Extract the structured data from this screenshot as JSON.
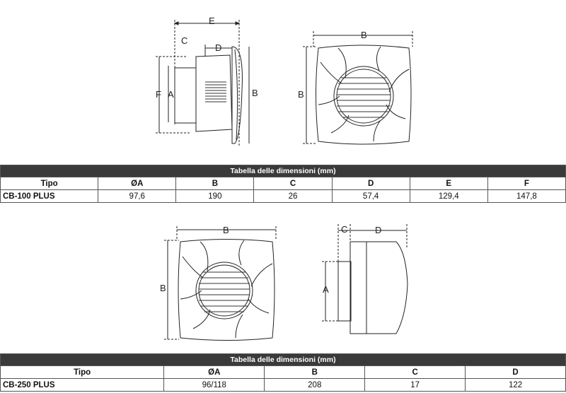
{
  "drawing1": {
    "labels": {
      "c": "C",
      "e": "E",
      "d": "D",
      "f": "F",
      "a": "A",
      "b_side": "B",
      "b_front_w": "B",
      "b_front_h": "B"
    }
  },
  "table1": {
    "caption": "Tabella delle dimensioni (mm)",
    "headers": [
      "Tipo",
      "ØA",
      "B",
      "C",
      "D",
      "E",
      "F"
    ],
    "rows": [
      [
        "CB-100 PLUS",
        "97,6",
        "190",
        "26",
        "57,4",
        "129,4",
        "147,8"
      ]
    ]
  },
  "drawing2": {
    "labels": {
      "b_w": "B",
      "b_h": "B",
      "c": "C",
      "d": "D",
      "a": "A"
    }
  },
  "table2": {
    "caption": "Tabella delle dimensioni (mm)",
    "headers": [
      "Tipo",
      "ØA",
      "B",
      "C",
      "D"
    ],
    "rows": [
      [
        "CB-250 PLUS",
        "96/118",
        "208",
        "17",
        "122"
      ]
    ]
  }
}
